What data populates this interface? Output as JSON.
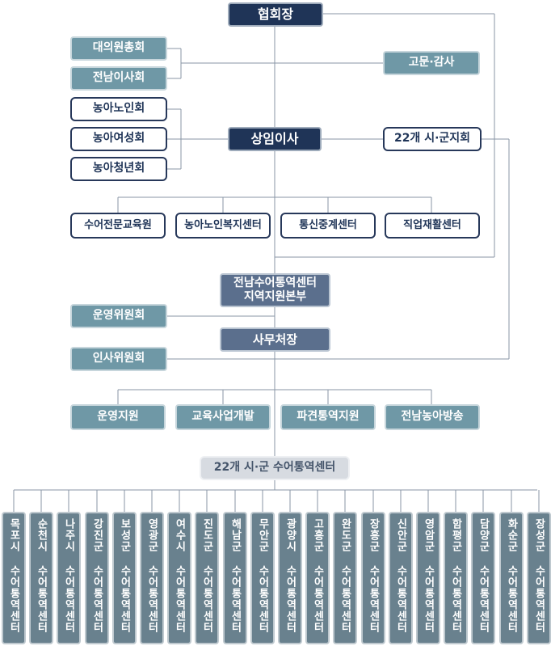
{
  "top": {
    "president": "협회장"
  },
  "left_upper": {
    "general_assembly": "대의원총회",
    "jeonnam_board": "전남이사회"
  },
  "advisor": {
    "label": "고문·감사"
  },
  "affiliates": [
    "농아노인회",
    "농아여성회",
    "농아청년회"
  ],
  "executive": {
    "label": "상임이사"
  },
  "city_county_assoc": {
    "label": "22개 시·군지회"
  },
  "centers": [
    "수어전문교육원",
    "농아노인복지센터",
    "통신중계센터",
    "직업재활센터"
  ],
  "regional_hq": {
    "line1": "전남수어통역센터",
    "line2": "지역지원본부"
  },
  "committees": {
    "operations": "운영위원회",
    "personnel": "인사위원회"
  },
  "secretary_general": {
    "label": "사무처장"
  },
  "departments": [
    "운영지원",
    "교육사업개발",
    "파견통역지원",
    "전남농아방송"
  ],
  "city_centers_header": {
    "label": "22개 시·군 수어통역센터"
  },
  "city_centers": [
    "목포시 수어통역센터",
    "순천시 수어통역센터",
    "나주시 수어통역센터",
    "강진군 수어통역센터",
    "보성군 수어통역센터",
    "영광군 수어통역센터",
    "여수시 수어통역센터",
    "진도군 수어통역센터",
    "해남군 수어통역센터",
    "무안군 수어통역센터",
    "광양시 수어통역센터",
    "고흥군 수어통역센터",
    "완도군 수어통역센터",
    "장흥군 수어통역센터",
    "신안군 수어통역센터",
    "영암군 수어통역센터",
    "함평군 수어통역센터",
    "담양군 수어통역센터",
    "화순군 수어통역센터",
    "장성군 수어통역센터"
  ],
  "colors": {
    "navy": "#1f3457",
    "slate": "#5b6f8d",
    "teal": "#6f98a6",
    "gray_fill": "#d7dbe1",
    "center_column": "#69818e",
    "connector": "#8895a5"
  }
}
